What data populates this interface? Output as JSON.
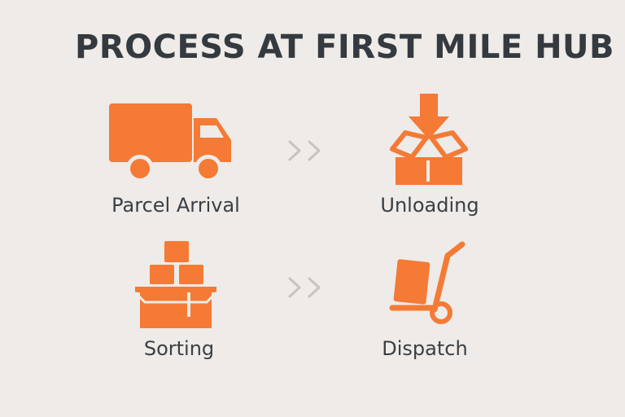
{
  "title": "PROCESS AT FIRST MILE HUB",
  "colors": {
    "accent": "#f47a35",
    "background": "#eeebe8",
    "text": "#3b3f43",
    "arrow": "#c7c3bf"
  },
  "steps": [
    {
      "label": "Parcel Arrival",
      "icon": "delivery-truck-icon"
    },
    {
      "label": "Unloading",
      "icon": "box-down-arrow-icon"
    },
    {
      "label": "Sorting",
      "icon": "stacked-boxes-icon"
    },
    {
      "label": "Dispatch",
      "icon": "hand-truck-icon"
    }
  ],
  "connectors": [
    {
      "icon": "double-chevron-right-icon"
    },
    {
      "icon": "double-chevron-right-icon"
    }
  ]
}
